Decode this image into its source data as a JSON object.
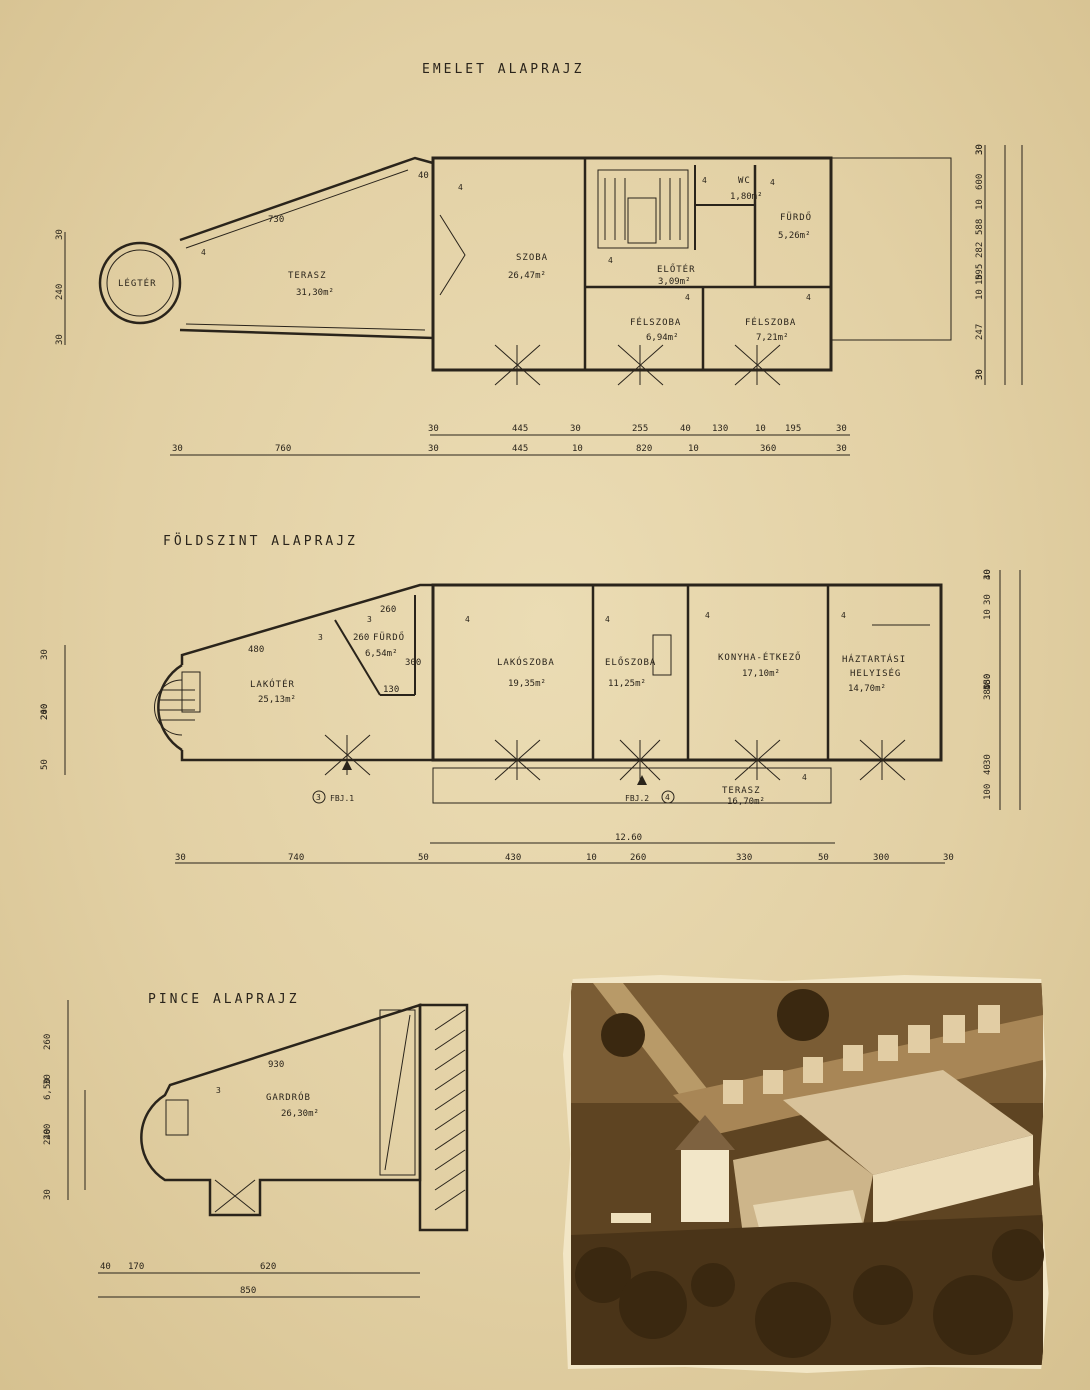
{
  "floor_upper": {
    "title": "EMELET ALAPRAJZ",
    "rooms": {
      "legter": "LÉGTÉR",
      "terasz": "TERASZ",
      "terasz_area": "31,30m²",
      "szoba": "SZOBA",
      "szoba_area": "26,47m²",
      "eloter": "ELŐTÉR",
      "eloter_area": "3,09m²",
      "wc": "WC",
      "wc_area": "1,80m²",
      "furdo": "FÜRDŐ",
      "furdo_area": "5,26m²",
      "felszoba1": "FÉLSZOBA",
      "felszoba1_area": "6,94m²",
      "felszoba2": "FÉLSZOBA",
      "felszoba2_area": "7,21m²"
    },
    "tags": {
      "terasz": "4",
      "szoba": "4",
      "wc": "4",
      "furdo": "4",
      "eloter": "4",
      "felszoba1": "4",
      "felszoba2": "4"
    },
    "notes": {
      "n730": "730",
      "n40": "40"
    },
    "dims_row1": [
      "30",
      "445",
      "30",
      "255",
      "40",
      "130",
      "10",
      "195",
      "30"
    ],
    "dims_row2": [
      "30",
      "760",
      "30",
      "445",
      "10",
      "820",
      "10",
      "360",
      "30"
    ],
    "side_dims_left": [
      "30",
      "240",
      "30"
    ],
    "side_dims_right": [
      "30",
      "30",
      "10",
      "600",
      "282",
      "588",
      "595",
      "10",
      "10",
      "247",
      "30",
      "30"
    ]
  },
  "floor_ground": {
    "title": "FÖLDSZINT ALAPRAJZ",
    "rooms": {
      "lakoter": "LAKÓTÉR",
      "lakoter_area": "25,13m²",
      "furdo": "FÜRDŐ",
      "furdo_area": "6,54m²",
      "lakoszoba": "LAKÓSZOBA",
      "lakoszoba_area": "19,35m²",
      "eloszoba": "ELŐSZOBA",
      "eloszoba_area": "11,25m²",
      "konyha": "KONYHA-ÉTKEZŐ",
      "konyha_area": "17,10m²",
      "haztartasi": "HÁZTARTÁSI",
      "helyiseg": "HELYISÉG",
      "haztartasi_area": "14,70m²",
      "terasz": "TERASZ",
      "terasz_area": "16,70m²"
    },
    "tags": {
      "lakoter": "3",
      "furdo": "3",
      "lakoszoba": "4",
      "eloszoba": "4",
      "konyha": "4",
      "haztartasi": "4",
      "terasz": "4",
      "bej1": "3",
      "bej2": "4"
    },
    "entrances": {
      "bej1": "FBJ.1",
      "bej2": "FBJ.2"
    },
    "notes": {
      "n480": "480",
      "n260a": "260",
      "n260b": "260",
      "n300": "300",
      "n130": "130"
    },
    "total": "12.60",
    "dims": [
      "30",
      "740",
      "50",
      "430",
      "10",
      "260",
      "330",
      "50",
      "300",
      "30"
    ],
    "side_dims_left": [
      "30",
      "240",
      "200",
      "50"
    ],
    "side_dims_right": [
      "30",
      "40",
      "10",
      "30",
      "380",
      "480",
      "550",
      "30",
      "40",
      "100"
    ]
  },
  "floor_basement": {
    "title": "PINCE ALAPRAJZ",
    "rooms": {
      "gardrob": "GARDRÓB",
      "gardrob_area": "26,30m²"
    },
    "tags": {
      "gardrob": "3"
    },
    "notes": {
      "n930": "930"
    },
    "dims_row1": [
      "40",
      "170",
      "620"
    ],
    "dims_row2": [
      "850"
    ],
    "side_dims": [
      "6,50",
      "260",
      "30",
      "240",
      "200",
      "30"
    ]
  },
  "colors": {
    "paper": "#e6d5aa",
    "ink": "#2a241b",
    "photo_tone": "#7a5a30"
  }
}
